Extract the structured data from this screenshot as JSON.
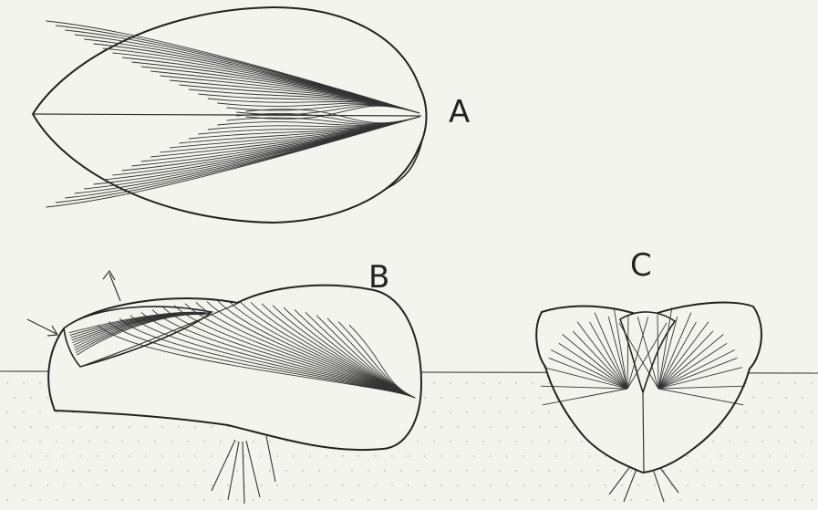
{
  "labels": {
    "a": "A",
    "b": "B",
    "c": "C"
  },
  "colors": {
    "background": "#f4f4ef",
    "ink": "#222222",
    "sediment_dots": "#9a9a9a"
  }
}
